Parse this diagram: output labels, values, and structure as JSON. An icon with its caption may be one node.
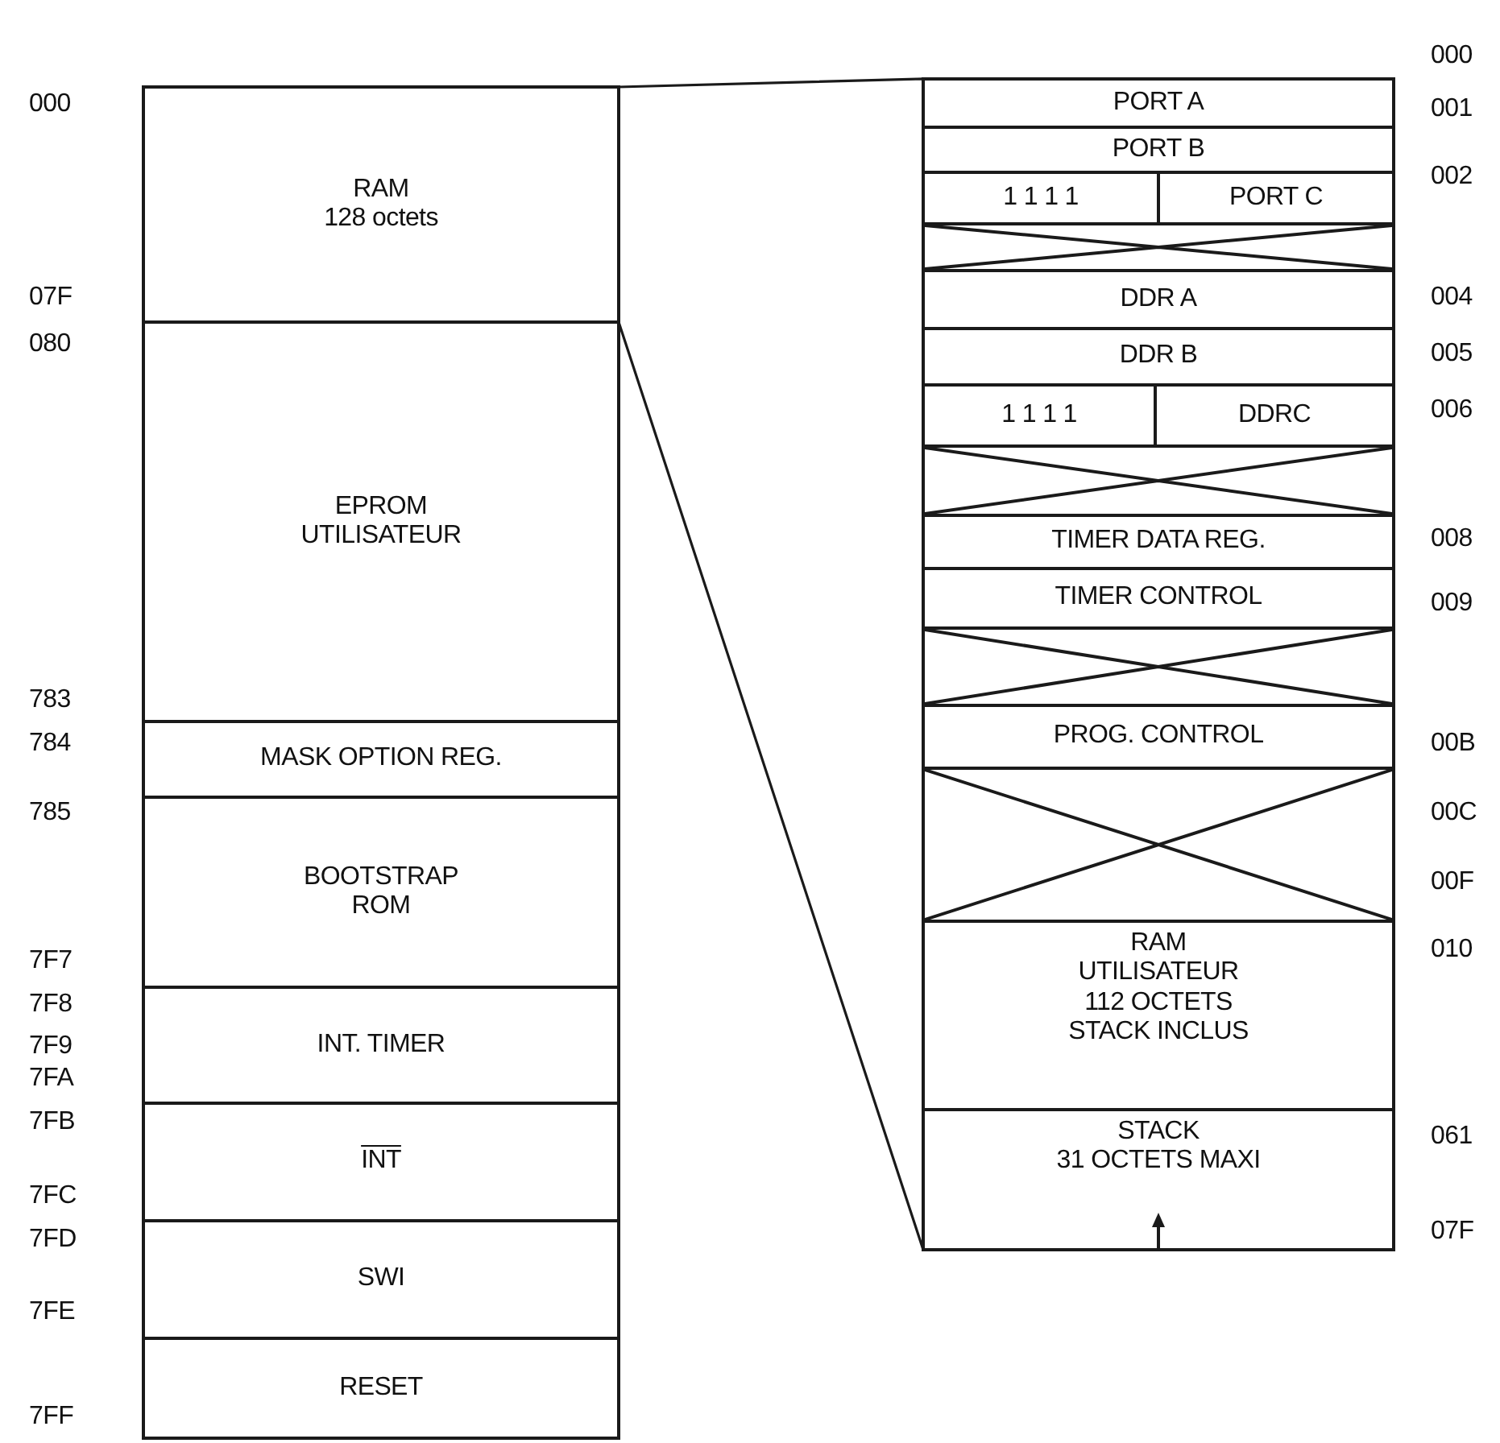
{
  "diagram": {
    "nodes": [
      {
        "text": [
          "RAM",
          "128 octets"
        ]
      },
      {
        "text": [
          "EPROM UTILISATEUR"
        ]
      },
      {
        "text": [
          "MASK OPTION REG."
        ]
      },
      {
        "text": [
          "BOOTSTRAP ROM"
        ]
      },
      {
        "text": [
          "INT. TIMER"
        ]
      },
      {
        "text": [
          "INT"
        ]
      },
      {
        "text": [
          "SWI"
        ]
      },
      {
        "text": [
          "RESET"
        ]
      },
      {
        "text": [],
        "shape": "box"
      },
      {
        "text": [
          "PORT A"
        ],
        "in": 8
      },
      {
        "text": [
          "PORT B"
        ],
        "in": 8
      },
      {
        "text": [
          "1 1 1 1"
        ],
        "in": 8
      },
      {
        "text": [
          "PORT C"
        ],
        "in": 8
      },
      {
        "text": [],
        "shape": "box",
        "in": 8
      },
      {
        "text": [
          "DDR A"
        ],
        "in": 8
      },
      {
        "text": [
          "DDR B"
        ],
        "in": 8
      },
      {
        "text": [
          "1 1 1 1"
        ],
        "in": 8
      },
      {
        "text": [
          "DDRC"
        ],
        "in": 8
      },
      {
        "text": [],
        "shape": "box",
        "in": 8
      },
      {
        "text": [
          "TIMER DATA REG."
        ],
        "in": 8
      },
      {
        "text": [
          "TIMER CONTROL"
        ],
        "in": 8
      },
      {
        "text": [],
        "shape": "box",
        "in": 8
      },
      {
        "text": [
          "PROG. CONTROL"
        ],
        "in": 8
      },
      {
        "text": [],
        "shape": "box",
        "in": 8
      },
      {
        "text": [
          "RAM UTILISATEUR 112 OCTETS STACK INCLUS"
        ],
        "in": 8
      },
      {
        "text": [
          "STACK",
          "31 OCTETS MAXI"
        ],
        "in": 8
      }
    ],
    "edges": [
      {
        "from": 0,
        "to": 8,
        "arrow": "none"
      }
    ],
    "labels": [
      "000",
      "07F",
      "080",
      "783",
      "784",
      "785",
      "7F7",
      "7F8",
      "7F9",
      "7FA",
      "7FB",
      "7FC",
      "7FD",
      "7FE",
      "7FF",
      "000",
      "001",
      "002",
      "004",
      "005",
      "006",
      "008",
      "009",
      "00B",
      "00C",
      "00F",
      "010",
      "061",
      "07F"
    ]
  }
}
